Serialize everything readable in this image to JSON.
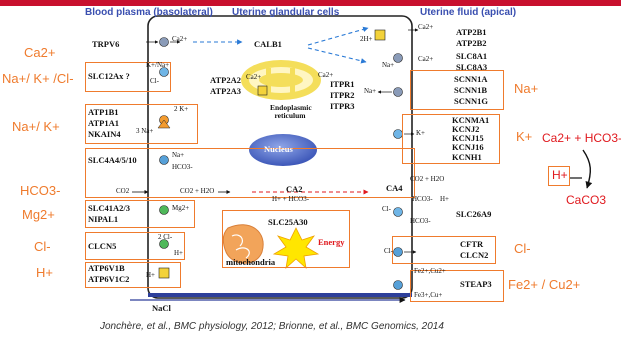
{
  "headers": {
    "basolateral": "Blood plasma (basolateral)",
    "glandular": "Uterine glandular cells",
    "apical": "Uterine fluid (apical)"
  },
  "left_ions": [
    "Ca2+",
    "Na+/ K+ /Cl-",
    "Na+/ K+",
    "HCO3-",
    "Mg2+",
    "Cl-",
    "H+"
  ],
  "right_ions": {
    "na": "Na+",
    "k": "K+",
    "cl": "Cl-",
    "fecu": "Fe2+ / Cu2+",
    "reaction": "Ca2+ + HCO3-",
    "proton": "H+",
    "product": "CaCO3"
  },
  "proteins": {
    "trpv6": "TRPV6",
    "slc12ax": "SLC12Ax ?",
    "atp1b1": "ATP1B1",
    "atp1a1": "ATP1A1",
    "nkain4": "NKAIN4",
    "slc4a": "SLC4A4/5/10",
    "slc41a": "SLC41A2/3",
    "nipal1": "NIPAL1",
    "clcn5": "CLCN5",
    "atp6v1b": "ATP6V1B",
    "atp6v1c2": "ATP6V1C2",
    "calb1": "CALB1",
    "atp2a2": "ATP2A2",
    "atp2a3": "ATP2A3",
    "itpr1": "ITPR1",
    "itpr2": "ITPR2",
    "itpr3": "ITPR3",
    "er": "Endoplasmic reticulum",
    "nucleus": "Nucleus",
    "ca2": "CA2",
    "slc25a30": "SLC25A30",
    "energy": "Energy",
    "mito": "mitochondria",
    "nacl": "NaCl",
    "atp2b1": "ATP2B1",
    "atp2b2": "ATP2B2",
    "slc8a1": "SLC8A1",
    "slc8a3": "SLC8A3",
    "scnn1a": "SCNN1A",
    "scnn1b": "SCNN1B",
    "scnn1g": "SCNN1G",
    "kcnma1": "KCNMA1",
    "kcnj2": "KCNJ2",
    "kcnj15": "KCNJ15",
    "kcnj16": "KCNJ16",
    "kcnh1": "KCNH1",
    "ca4": "CA4",
    "slc26a9": "SLC26A9",
    "cftr": "CFTR",
    "clcn2": "CLCN2",
    "steap3": "STEAP3"
  },
  "small_ions": {
    "ca2": "Ca2+",
    "kna": "K+/Na+",
    "cl": "Cl-",
    "twok": "2 K+",
    "threena": "3 Na+",
    "na": "Na+",
    "hco3": "HCO3-",
    "mg": "Mg2+",
    "twocl": "2 Cl-",
    "h": "H+",
    "co2": "CO2",
    "co2h2o": "CO2 + H2O",
    "hhco3": "H+ + HCO3-",
    "twoh": "2H+",
    "k": "K+",
    "fecu_in": "Fe2+,Cu2+",
    "fecu_out": "Fe3+,Cu+"
  },
  "citation": "Jonchère, et al., BMC physiology, 2012; Brionne, et al., BMC Genomics, 2014",
  "colors": {
    "accent_orange": "#ef7b2d",
    "header_blue": "#3a4fb0",
    "red": "#e0191e",
    "top_bar": "#c8102e"
  }
}
